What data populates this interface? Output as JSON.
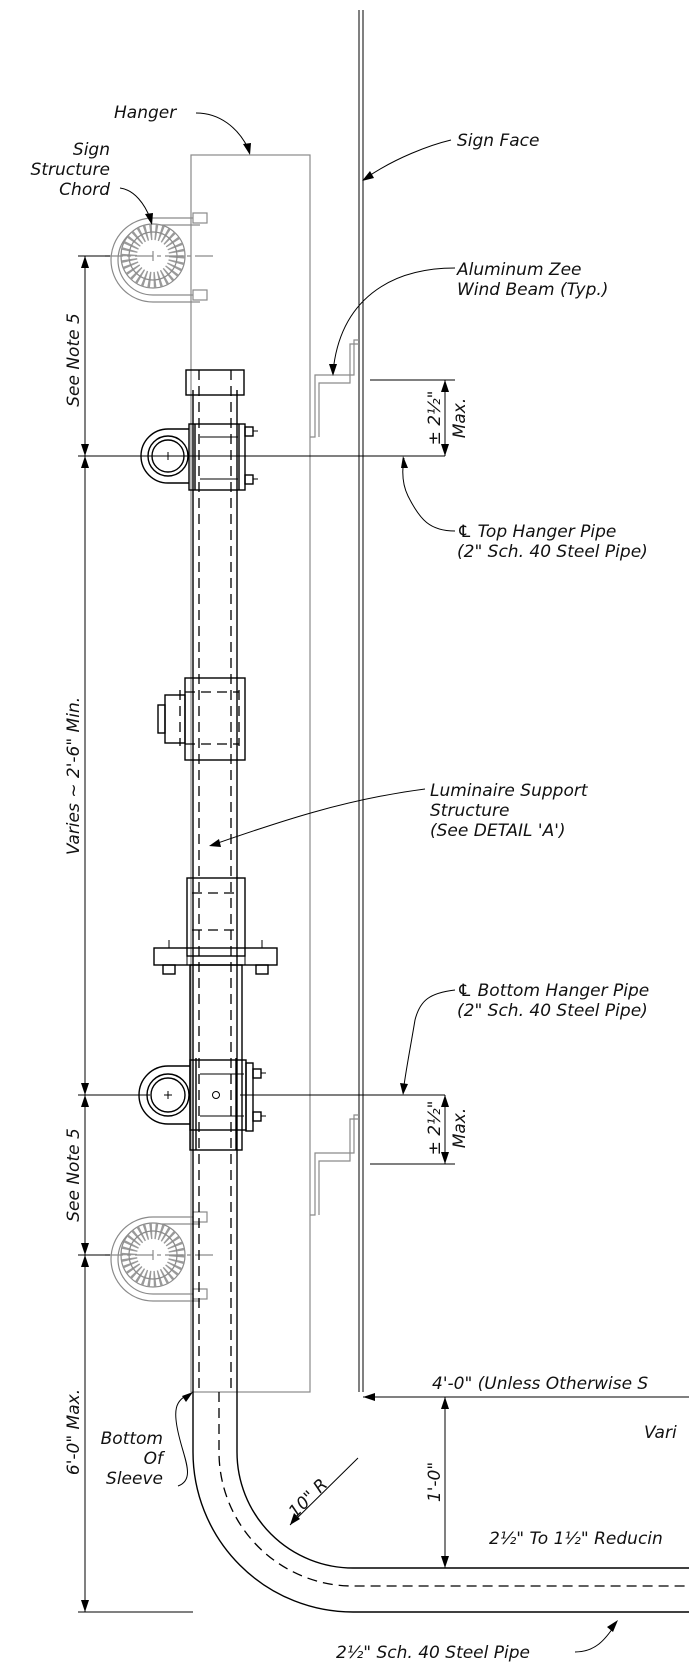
{
  "labels": {
    "hanger": "Hanger",
    "sign_structure_chord": [
      "Sign",
      "Structure",
      "Chord"
    ],
    "sign_face": "Sign Face",
    "zee_wind_beam": [
      "Aluminum Zee",
      "Wind Beam (Typ.)"
    ],
    "top_hanger_pipe": [
      "℄ Top Hanger Pipe",
      "(2\" Sch. 40 Steel Pipe)"
    ],
    "luminaire_support": [
      "Luminaire Support",
      "Structure",
      "(See DETAIL 'A')"
    ],
    "bottom_hanger_pipe": [
      "℄ Bottom Hanger Pipe",
      "(2\" Sch. 40 Steel Pipe)"
    ],
    "bottom_of_sleeve": [
      "Bottom",
      "Of",
      "Sleeve"
    ],
    "steel_pipe_25": "2½\" Sch. 40 Steel Pipe"
  },
  "dimensions": {
    "see_note_5_top": "See Note 5",
    "max_25_top": "± 2½\"",
    "max_word_top": "Max.",
    "varies": "Varies ~ 2'-6\" Min.",
    "see_note_5_bottom": "See Note 5",
    "max_25_bottom": "± 2½\"",
    "max_word_bottom": "Max.",
    "six_ft_max": "6'-0\" Max.",
    "four_ft": "4'-0\" (Unless Otherwise S",
    "vari": "Vari",
    "ten_r": "10\" R",
    "one_ft": "1'-0\"",
    "reducing": "2½\" To 1½\" Reducin"
  }
}
